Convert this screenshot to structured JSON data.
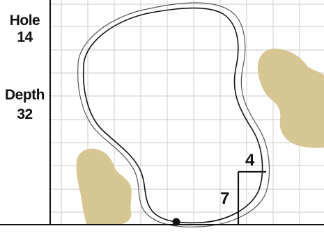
{
  "pin_sheet": {
    "hole_label": "Hole",
    "hole_number": "14",
    "depth_label": "Depth",
    "depth_value": "32"
  },
  "pin_position": {
    "paces_from_side": "4",
    "paces_from_front": "7"
  },
  "colors": {
    "bunker": "#D6C692",
    "grid": "#D4D4D4",
    "ink": "#111111"
  }
}
